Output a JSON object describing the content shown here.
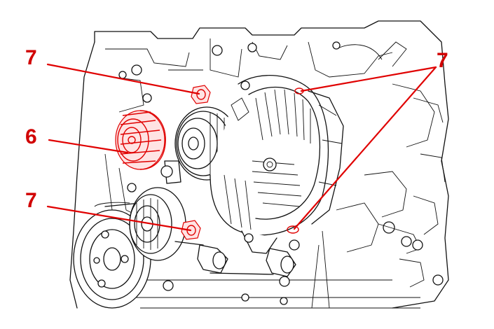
{
  "callouts": [
    {
      "id": "callout-7-top-left",
      "label": "7"
    },
    {
      "id": "callout-6",
      "label": "6"
    },
    {
      "id": "callout-7-bottom-left",
      "label": "7"
    },
    {
      "id": "callout-7-right",
      "label": "7"
    }
  ],
  "colors": {
    "highlight": "#e00000",
    "label": "#d10000",
    "linework": "#111111",
    "background": "#ffffff"
  }
}
